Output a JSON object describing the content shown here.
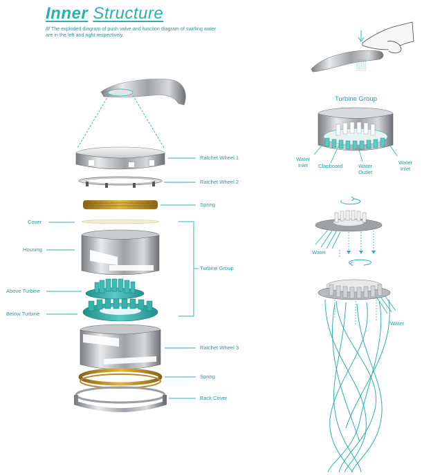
{
  "title": {
    "bold": "Inner",
    "light": "Structure"
  },
  "subtitle": {
    "prefix": "///",
    "text": "The exploded diagram of push valve and function diagram of swirling water are in the left and right respectively."
  },
  "left_labels": {
    "ratchet_wheel_1": "Ratchet Wheel 1",
    "ratchet_wheel_2": "Ratchet Wheel 2",
    "spring_1": "Spring",
    "cover": "Cover",
    "housing": "Housing",
    "turbine_group": "Turbine Group",
    "above_turbine": "Above Turbine",
    "below_turbine": "Below Turbine",
    "ratchet_wheel_3": "Ratchet Wheel 3",
    "spring_2": "Spring",
    "back_cover": "Back Cover"
  },
  "right_labels": {
    "turbine_group": "Turbine Group",
    "water_inlet_left": "Water\nInlet",
    "clapboard": "Clapboard",
    "water_outlet": "Water\nOutlet",
    "water_inlet_right": "Water\nInlet",
    "water_1": "Water",
    "water_2": "Water"
  },
  "colors": {
    "accent": "#2ab0b0",
    "metal": "#b9bdc0",
    "teal_part": "#2fa9a5",
    "spring": "#c99a2e"
  }
}
